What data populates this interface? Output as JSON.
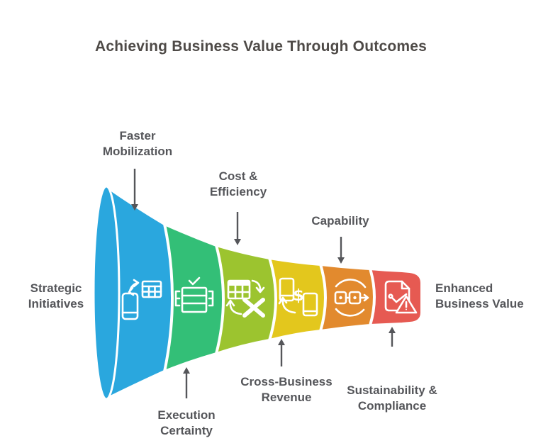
{
  "title": "Achieving Business Value Through Outcomes",
  "colors": {
    "background": "#FFFFFF",
    "title_text": "#4E4A47",
    "label_text": "#55565A",
    "arrow": "#55565A",
    "funnel_outline": "#FFFFFF"
  },
  "funnel": {
    "input_label": "Strategic\nInitiatives",
    "output_label": "Enhanced\nBusiness Value",
    "segments": [
      {
        "label": "Faster\nMobilization",
        "color": "#2AA7DE",
        "icon": "mobile-sync-icon",
        "label_position": "top"
      },
      {
        "label": "Execution\nCertainty",
        "color": "#33BF77",
        "icon": "approved-stack-icon",
        "label_position": "bottom"
      },
      {
        "label": "Cost &\nEfficiency",
        "color": "#9CC42F",
        "icon": "table-to-excel-icon",
        "label_position": "top"
      },
      {
        "label": "Cross-Business\nRevenue",
        "color": "#E3C71D",
        "icon": "devices-payment-icon",
        "label_position": "bottom"
      },
      {
        "label": "Capability",
        "color": "#E28A2E",
        "icon": "linked-process-icon",
        "label_position": "top"
      },
      {
        "label": "Sustainability &\nCompliance",
        "color": "#E65A52",
        "icon": "report-alert-icon",
        "label_position": "bottom"
      }
    ]
  }
}
